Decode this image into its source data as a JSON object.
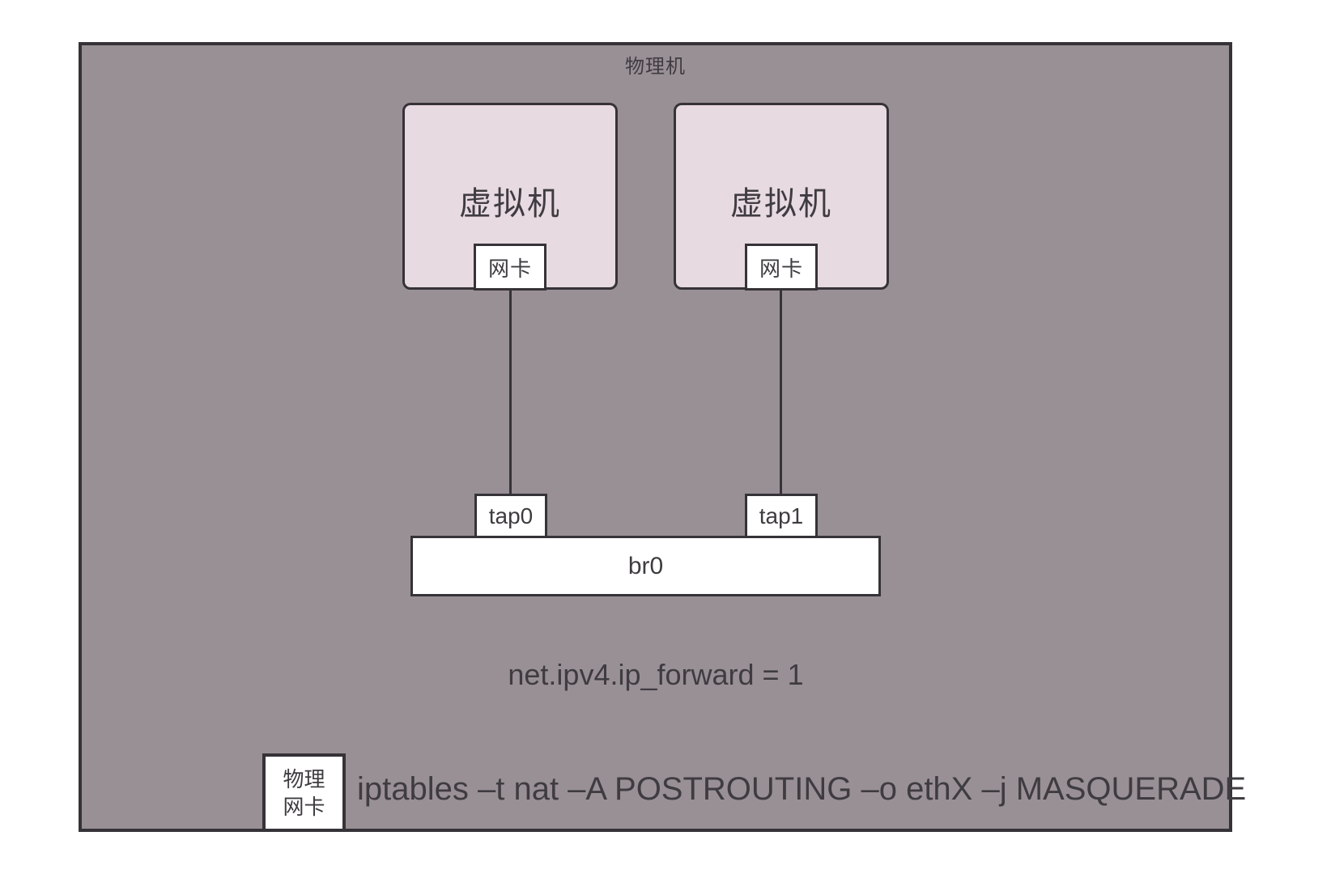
{
  "diagram": {
    "host": {
      "label": "物理机"
    },
    "vms": [
      {
        "label": "虚拟机",
        "nic_label": "网卡"
      },
      {
        "label": "虚拟机",
        "nic_label": "网卡"
      }
    ],
    "taps": [
      {
        "label": "tap0"
      },
      {
        "label": "tap1"
      }
    ],
    "bridge": {
      "label": "br0"
    },
    "physical_nic": {
      "label_line1": "物理",
      "label_line2": "网卡"
    },
    "annotations": {
      "ip_forward": "net.ipv4.ip_forward = 1",
      "iptables": "iptables –t nat –A POSTROUTING –o ethX –j MASQUERADE"
    },
    "colors": {
      "canvas_bg": "#ffffff",
      "host_bg": "#999095",
      "vm_bg": "#e7dae0",
      "box_bg": "#ffffff",
      "border": "#363338",
      "text": "#3f3c41"
    }
  }
}
